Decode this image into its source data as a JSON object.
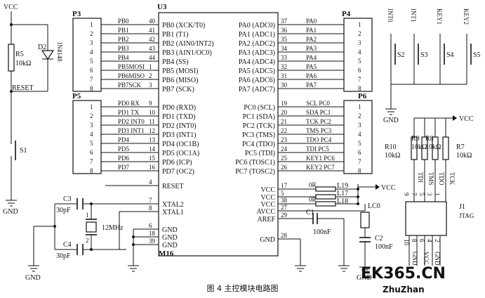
{
  "caption": "图 4   主控模块电路图",
  "watermark": {
    "brand": "EK365.CN",
    "sub": "ZhuZhan"
  },
  "colors": {
    "ink": "#111111",
    "watermark_red": "#d42a2a",
    "watermark_blue": "#3a6fb5"
  },
  "reset_circuit": {
    "vcc": "VCC",
    "gnd": "GND",
    "res": "R5",
    "res_val": "10kΩ",
    "diode": "D2",
    "diode_part": "IN4148",
    "net": "RESET",
    "switch": "S1"
  },
  "mcu": {
    "ref": "U3",
    "part": "M16",
    "left_pins": [
      {
        "num": "40",
        "name": "PB0 (XCK/T0)"
      },
      {
        "num": "41",
        "name": "PB1 (T1)"
      },
      {
        "num": "42",
        "name": "PB2 (AIN0/INT2)"
      },
      {
        "num": "43",
        "name": "PB3 (AIN1/OC0)"
      },
      {
        "num": "44",
        "name": "PB4 (SS)"
      },
      {
        "num": "1",
        "name": "PB5 (MOSI)"
      },
      {
        "num": "2",
        "name": "PB6 (MISO)"
      },
      {
        "num": "3",
        "name": "PB7 (SCK)"
      },
      {
        "num": "9",
        "name": "PD0 (RXD)"
      },
      {
        "num": "10",
        "name": "PD1 (TXD)"
      },
      {
        "num": "11",
        "name": "PD2 (INT0)"
      },
      {
        "num": "12",
        "name": "PD3 (INT1)"
      },
      {
        "num": "13",
        "name": "PD4 (OC1B)"
      },
      {
        "num": "14",
        "name": "PD5 (OC1A)"
      },
      {
        "num": "15",
        "name": "PD6 (ICP)"
      },
      {
        "num": "16",
        "name": "PD7 (OC2)"
      },
      {
        "num": "4",
        "name": "RESET"
      },
      {
        "num": "7",
        "name": "XTAL2"
      },
      {
        "num": "8",
        "name": "XTAL1"
      },
      {
        "num": "6",
        "name": "GND"
      },
      {
        "num": "18",
        "name": "GND"
      },
      {
        "num": "39",
        "name": "GND"
      }
    ],
    "right_pins": [
      {
        "num": "37",
        "name": "PA0 (ADC0)"
      },
      {
        "num": "36",
        "name": "PA1 (ADC1)"
      },
      {
        "num": "35",
        "name": "PA2 (ADC2)"
      },
      {
        "num": "34",
        "name": "PA3 (ADC3)"
      },
      {
        "num": "33",
        "name": "PA4 (ADC4)"
      },
      {
        "num": "32",
        "name": "PA5 (ADC5)"
      },
      {
        "num": "31",
        "name": "PA6 (ADC6)"
      },
      {
        "num": "30",
        "name": "PA7 (ADC7)"
      },
      {
        "num": "19",
        "name": "PC0 (SCL)"
      },
      {
        "num": "20",
        "name": "PC1 (SDA)"
      },
      {
        "num": "21",
        "name": "PC2 (TCK)"
      },
      {
        "num": "22",
        "name": "PC3 (TMS)"
      },
      {
        "num": "23",
        "name": "PC4 (TDO)"
      },
      {
        "num": "24",
        "name": "PC5 (TDI)"
      },
      {
        "num": "25",
        "name": "PC6 (TOSC1)"
      },
      {
        "num": "26",
        "name": "PC7 (TOSC2)"
      },
      {
        "num": "17",
        "name": "VCC"
      },
      {
        "num": "5",
        "name": "VCC"
      },
      {
        "num": "38",
        "name": "VCC"
      },
      {
        "num": "27",
        "name": "AVCC"
      },
      {
        "num": "29",
        "name": "AREF"
      },
      {
        "num": "28",
        "name": "GND"
      }
    ]
  },
  "p3": {
    "ref": "P3",
    "pins": [
      "1",
      "2",
      "3",
      "4",
      "5",
      "6",
      "7",
      "8"
    ],
    "nets": [
      "PB0",
      "PB1",
      "PB2",
      "PB3",
      "PB4",
      "PB5MOSI",
      "PB6MISO",
      "PB7SCK"
    ]
  },
  "p5": {
    "ref": "P5",
    "pins": [
      "1",
      "2",
      "3",
      "4",
      "5",
      "6",
      "7",
      "8"
    ],
    "nets": [
      "PD0 RX",
      "PD1 TX",
      "PD2 INT0",
      "PD3 INT1",
      "PD4",
      "PD5",
      "PD6",
      "PD7"
    ]
  },
  "p4": {
    "ref": "P4",
    "pins": [
      "1",
      "2",
      "3",
      "4",
      "5",
      "6",
      "7",
      "8"
    ],
    "nets": [
      "PA0",
      "PA1",
      "PA2",
      "PA3",
      "PA4",
      "PA5",
      "PA6",
      "PA7"
    ]
  },
  "p6": {
    "ref": "P6",
    "pins": [
      "1",
      "2",
      "3",
      "4",
      "5",
      "6",
      "7",
      "8"
    ],
    "nets": [
      "SCL PC0",
      "SDA PC1",
      "TCK PC2",
      "TMS PC3",
      "TDO PC4",
      "TDI PC5",
      "KEY1 PC6",
      "KEY2 PC7"
    ]
  },
  "crystal": {
    "c3": "C3",
    "c3_val": "30pF",
    "c4": "C4",
    "c4_val": "30pF",
    "xtal": "12MHz",
    "pin1": "1",
    "pin2": "2",
    "gnd": "GND"
  },
  "power": {
    "l19": "L19",
    "l17": "L17",
    "l18": "L18",
    "r0": "0R",
    "vcc": "VCC",
    "lc0": "LC0",
    "c1": "C1",
    "c1_val": "100nF",
    "c2": "C2",
    "c2_val": "100nF",
    "gnd": "GND"
  },
  "buttons": {
    "labels": [
      "INT0",
      "INT1",
      "KEY1",
      "KEY2"
    ],
    "switches": [
      "S2",
      "S3",
      "S4",
      "S5"
    ],
    "gnd": "GND"
  },
  "jtag": {
    "vcc": "VCC",
    "ref": "J1",
    "name": "JTAG",
    "resistors": [
      {
        "ref": "R10",
        "val": "10kΩ"
      },
      {
        "ref": "R9",
        "val": "10kΩ"
      },
      {
        "ref": "R8",
        "val": "10kΩ"
      },
      {
        "ref": "R7",
        "val": "10kΩ"
      }
    ],
    "nets": [
      "TDI",
      "TMS",
      "TDO",
      "TCK"
    ],
    "top_pins": [
      "9",
      "7",
      "5",
      "3",
      "1"
    ],
    "bottom_pins": [
      "10",
      "8",
      "6",
      "4",
      "2"
    ],
    "bottom_nets": [
      "GND",
      "VCC",
      "GND"
    ]
  }
}
